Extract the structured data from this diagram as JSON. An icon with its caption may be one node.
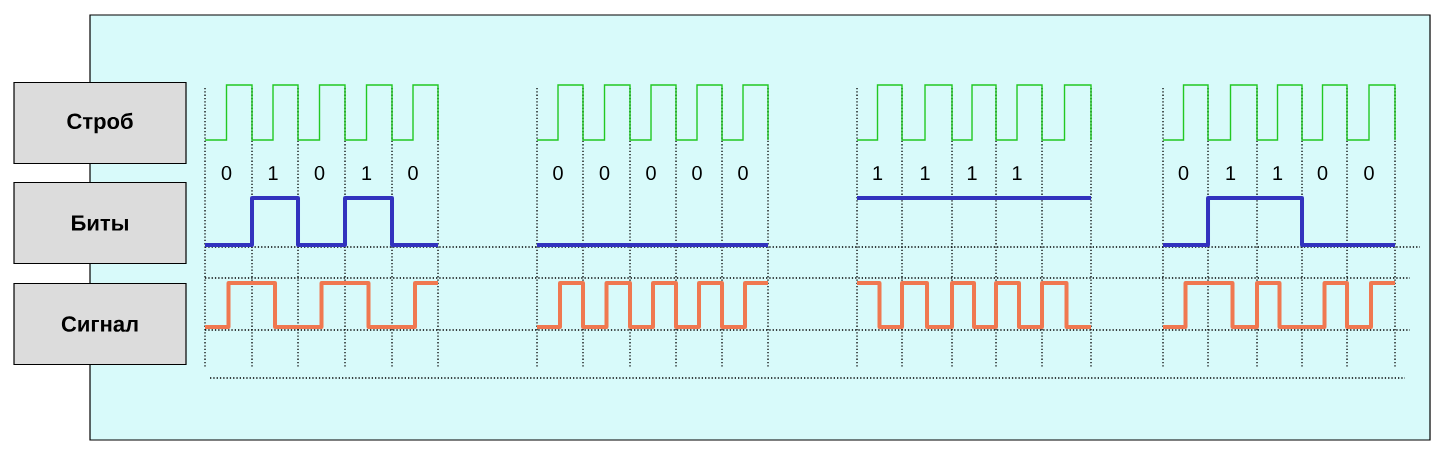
{
  "diagram": {
    "nodes": [
      {
        "text": [
          "Строб"
        ]
      },
      {
        "text": [
          "Биты"
        ]
      },
      {
        "text": [
          "Сигнал"
        ]
      }
    ],
    "labels": [
      "0",
      "1",
      "0",
      "1",
      "0",
      "0",
      "0",
      "0",
      "0",
      "0",
      "1",
      "1",
      "1",
      "1",
      "0",
      "1",
      "1",
      "0",
      "0"
    ]
  }
}
